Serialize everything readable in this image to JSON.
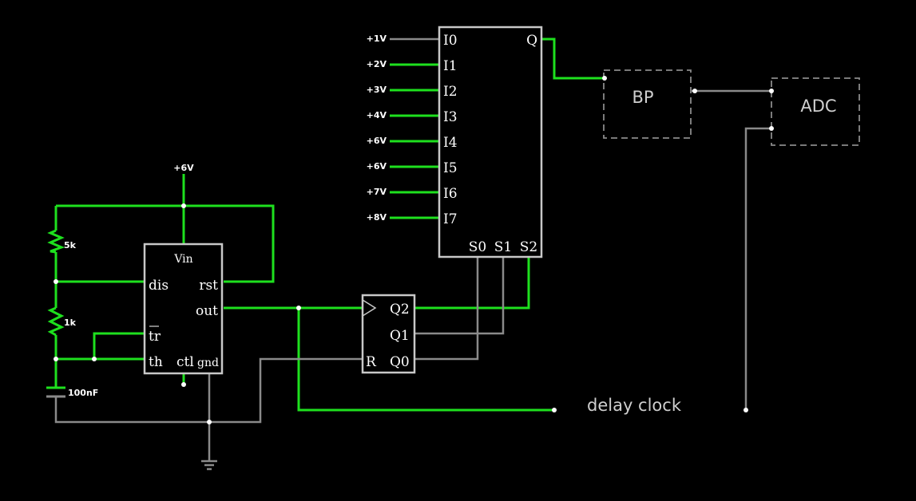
{
  "supply": {
    "vcc": "+6V"
  },
  "components": {
    "r1": "5k",
    "r2": "1k",
    "c1": "100nF"
  },
  "timer": {
    "vin": "Vin",
    "dis": "dis",
    "rst": "rst",
    "out": "out",
    "tr": "tr",
    "th": "th",
    "ctl": "ctl",
    "gnd": "gnd"
  },
  "mux": {
    "inputs": [
      {
        "voltage": "+1V",
        "pin": "I0"
      },
      {
        "voltage": "+2V",
        "pin": "I1"
      },
      {
        "voltage": "+3V",
        "pin": "I2"
      },
      {
        "voltage": "+4V",
        "pin": "I3"
      },
      {
        "voltage": "+6V",
        "pin": "I4"
      },
      {
        "voltage": "+6V",
        "pin": "I5"
      },
      {
        "voltage": "+7V",
        "pin": "I6"
      },
      {
        "voltage": "+8V",
        "pin": "I7"
      }
    ],
    "output": "Q",
    "selects": [
      "S0",
      "S1",
      "S2"
    ]
  },
  "counter": {
    "q2": "Q2",
    "q1": "Q1",
    "q0": "Q0",
    "reset": "R"
  },
  "blocks": {
    "bandpass": "BP",
    "adc": "ADC"
  },
  "labels": {
    "delay_clock": "delay clock"
  }
}
